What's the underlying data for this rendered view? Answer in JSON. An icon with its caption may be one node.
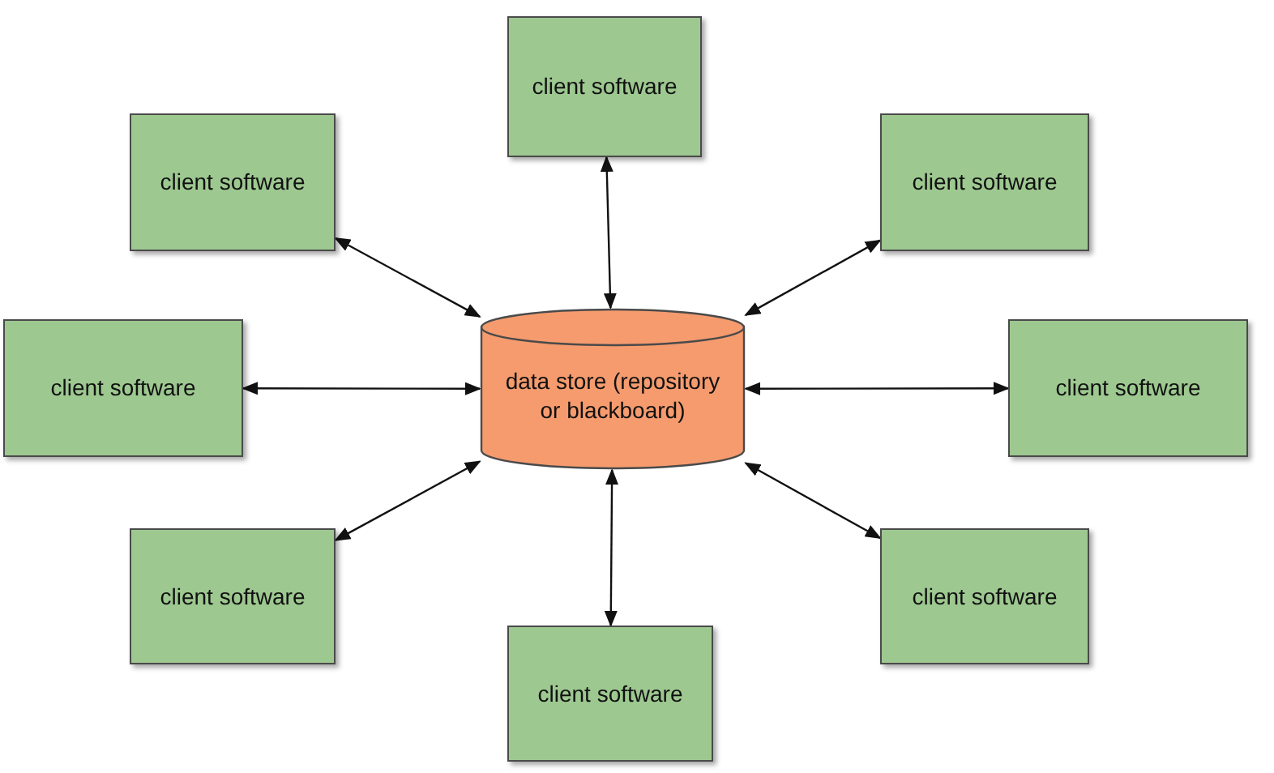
{
  "diagram": {
    "nodes": [
      {
        "text": [
          "client software"
        ]
      },
      {
        "text": [
          "client software"
        ]
      },
      {
        "text": [
          "client software"
        ]
      },
      {
        "text": [
          "client software"
        ]
      },
      {
        "text": [
          "data store (repository or blackboard)"
        ]
      },
      {
        "text": [
          "client software"
        ]
      },
      {
        "text": [
          "client software"
        ]
      },
      {
        "text": [
          "client software"
        ]
      },
      {
        "text": [
          "client software"
        ]
      }
    ],
    "edges": [
      {
        "from": 4,
        "to": 0,
        "arrow": "both"
      },
      {
        "from": 4,
        "to": 1,
        "arrow": "both"
      },
      {
        "from": 4,
        "to": 2,
        "arrow": "both"
      },
      {
        "from": 4,
        "to": 3,
        "arrow": "both"
      },
      {
        "from": 4,
        "to": 5,
        "arrow": "both"
      },
      {
        "from": 4,
        "to": 6,
        "arrow": "both"
      },
      {
        "from": 4,
        "to": 7,
        "arrow": "both"
      },
      {
        "from": 4,
        "to": 8,
        "arrow": "both"
      }
    ]
  }
}
